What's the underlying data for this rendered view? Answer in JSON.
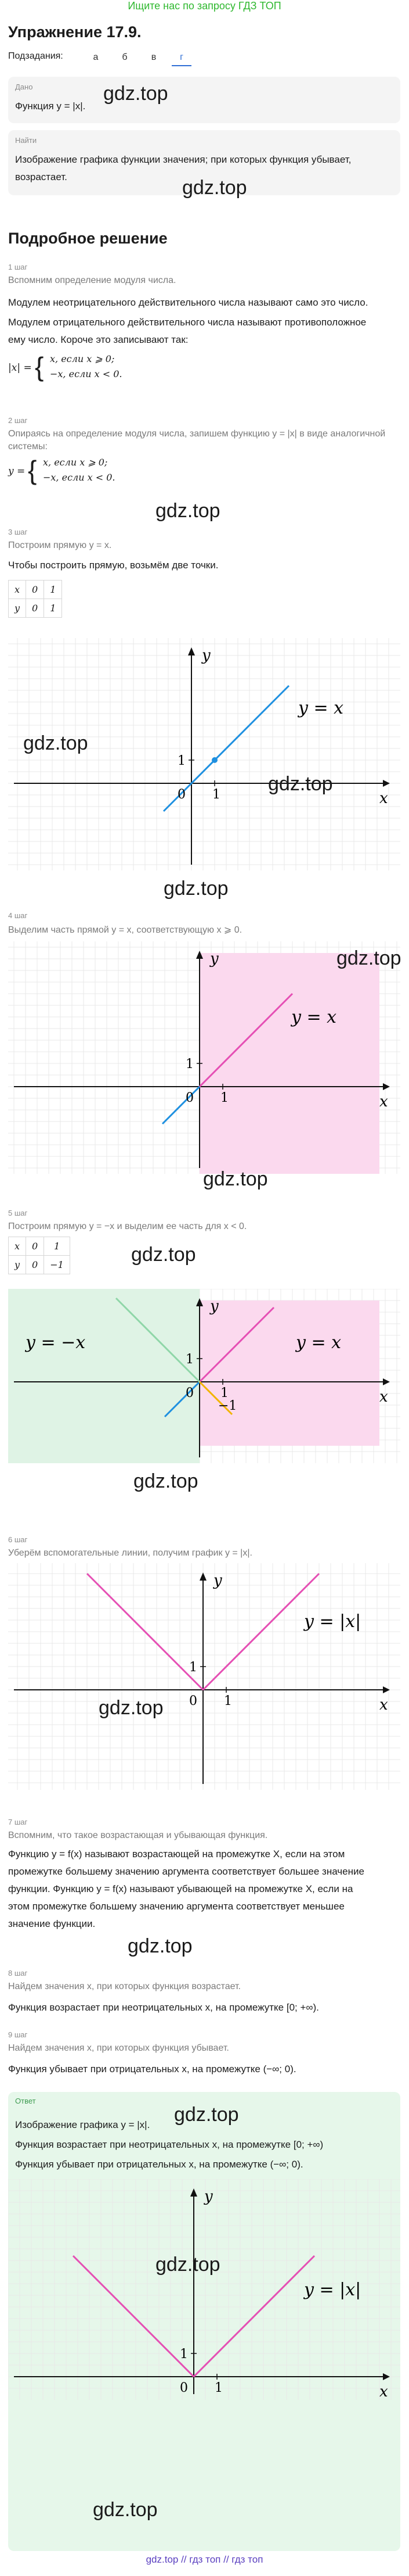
{
  "top_link": "Ищите нас по запросу ГДЗ ТОП",
  "title": "Упражнение 17.9.",
  "subtasks_label": "Подзадания:",
  "subtasks": [
    "а",
    "б",
    "в",
    "г"
  ],
  "watermark": "gdz.top",
  "given": {
    "tag": "Дано",
    "text": "Функция y = |x|."
  },
  "find": {
    "tag": "Найти",
    "text": "Изображение графика функции значения; при которых функция убывает, возрастает."
  },
  "detailed_title": "Подробное решение",
  "step1": {
    "tag": "1 шаг",
    "note": "Вспомним определение модуля числа.",
    "p1": "Модулем неотрицательного действительного числа называют само это число.",
    "p2a": "Модулем отрицательного действительного числа называют противоположное",
    "p2b": "ему число. Короче это записывают так:",
    "formula1": "|x| =",
    "formula_l1": "x, если x ⩾ 0;",
    "formula_l2": "−x, если x < 0."
  },
  "step2": {
    "tag": "2 шаг",
    "note_a": "Опираясь на определение модуля числа, запишем функцию y = |x| в виде аналогичной",
    "note_b": "системы:",
    "formula1": "y =",
    "formula_l1": "x, если x ⩾ 0;",
    "formula_l2": "−x, если x < 0."
  },
  "step3": {
    "tag": "3 шаг",
    "note": "Построим прямую y = x.",
    "text": "Чтобы построить прямую, возьмём две точки.",
    "table": [
      [
        "x",
        "0",
        "1"
      ],
      [
        "y",
        "0",
        "1"
      ]
    ]
  },
  "step4": {
    "tag": "4 шаг",
    "note": "Выделим часть прямой y = x, соответствующую x ⩾ 0."
  },
  "step5": {
    "tag": "5 шаг",
    "note": "Построим прямую y = −x и выделим ее часть для x < 0.",
    "table": [
      [
        "x",
        "0",
        "1"
      ],
      [
        "y",
        "0",
        "−1"
      ]
    ]
  },
  "step6": {
    "tag": "6 шаг",
    "note": "Уберём вспомогательные линии, получим график y = |x|."
  },
  "step7": {
    "tag": "7 шаг",
    "note": "Вспомним, что такое возрастающая и убывающая функция.",
    "l1": "Функцию y = f(x) называют возрастающей на промежутке X, если на этом",
    "l2": "промежутке большему значению аргумента соответствует большее значение",
    "l3": "функции. Функцию y = f(x) называют убывающей на промежутке X, если на",
    "l4": "этом промежутке большему значению аргумента соответствует меньшее",
    "l5": "значение функции."
  },
  "step8": {
    "tag": "8 шаг",
    "note": "Найдем значения x, при которых функция возрастает.",
    "text": "Функция возрастает при неотрицательных x, на промежутке [0; +∞)."
  },
  "step9": {
    "tag": "9 шаг",
    "note": "Найдем значения x, при которых функция убывает.",
    "text": "Функция убывает при отрицательных x, на промежутке (−∞; 0)."
  },
  "answer": {
    "tag": "Ответ",
    "l1": "Изображение графика y = |x|.",
    "l2": "Функция возрастает при неотрицательных x, на промежутке [0; +∞)",
    "l3": "Функция убывает при отрицательных x, на промежутке (−∞; 0)."
  },
  "graph_labels": {
    "x": "x",
    "y": "y",
    "zero": "0",
    "one": "1",
    "minus_one": "−1",
    "line_yx": "y = x",
    "line_ymx": "y = −x",
    "line_abs": "y = |x|"
  },
  "footer": "gdz.top // гдз топ // гдз топ",
  "colors": {
    "blue_line": "#1e90e0",
    "pink_line": "#e54fb4",
    "yellow_line": "#f2b400",
    "green_line": "#8fd6a8",
    "pink_fill": "#fbd9ee",
    "green_fill": "#dff3e5",
    "answer_bg": "#e6f7ea",
    "grid": "#e8e8e8"
  }
}
